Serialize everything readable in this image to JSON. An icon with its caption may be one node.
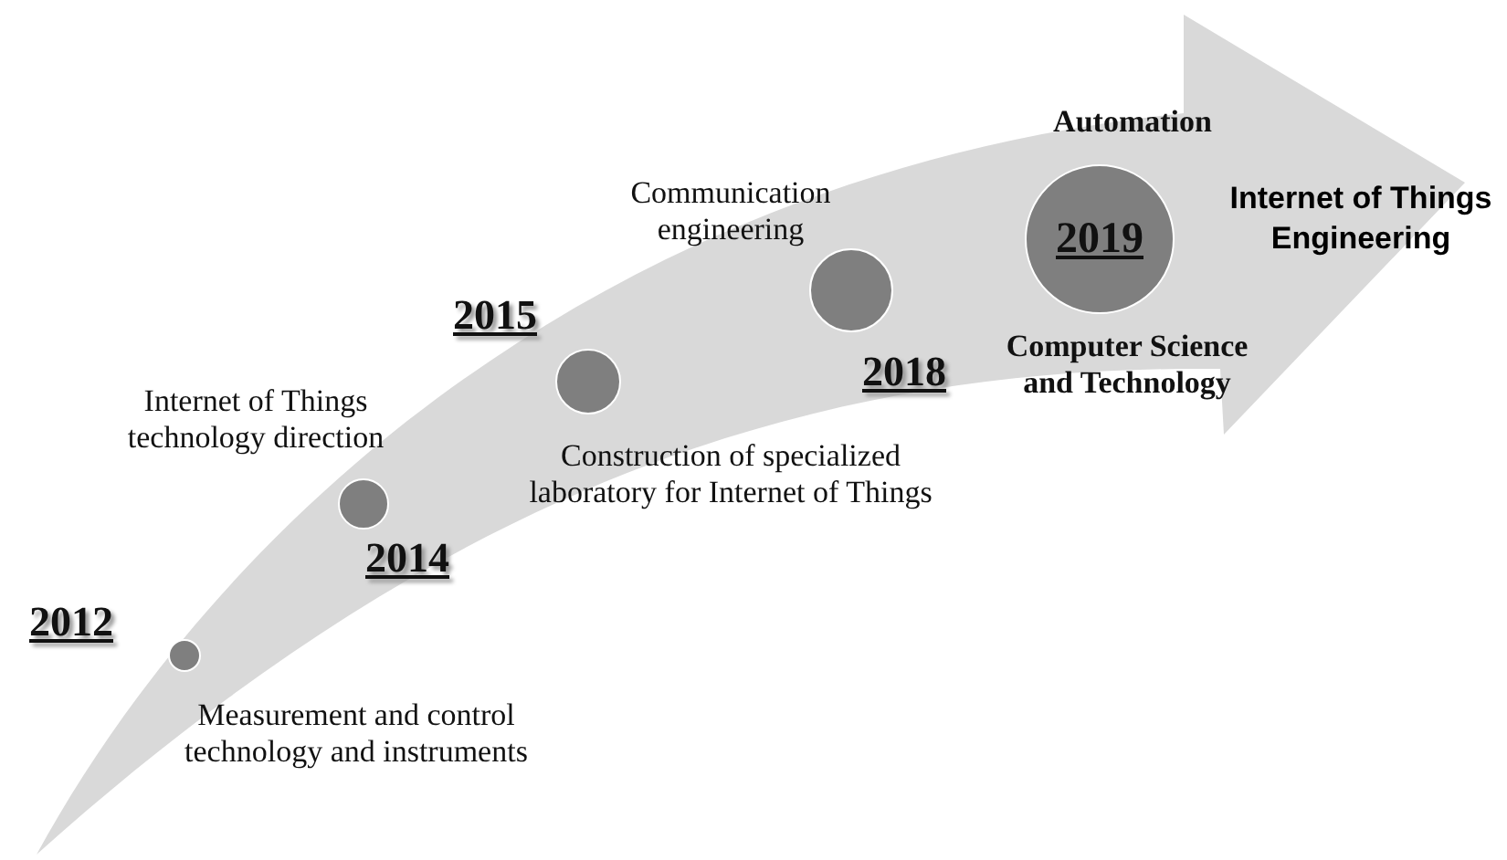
{
  "diagram": {
    "nodes": [
      {
        "text": [],
        "shape": "circle",
        "beside": [
          "2012",
          "Measurement and control technology and instruments"
        ]
      },
      {
        "text": [],
        "shape": "circle",
        "beside": [
          "2014",
          "Internet of Things technology direction"
        ]
      },
      {
        "text": [],
        "shape": "circle",
        "beside": [
          "2015",
          "Construction of specialized laboratory for Internet of Things"
        ]
      },
      {
        "text": [],
        "shape": "circle",
        "beside": [
          "2018",
          "Communication engineering"
        ]
      },
      {
        "text": [
          "2019"
        ],
        "beside": [
          "Automation",
          "Computer Science and Technology"
        ]
      }
    ],
    "labels": [
      "Internet of Things Engineering"
    ]
  }
}
